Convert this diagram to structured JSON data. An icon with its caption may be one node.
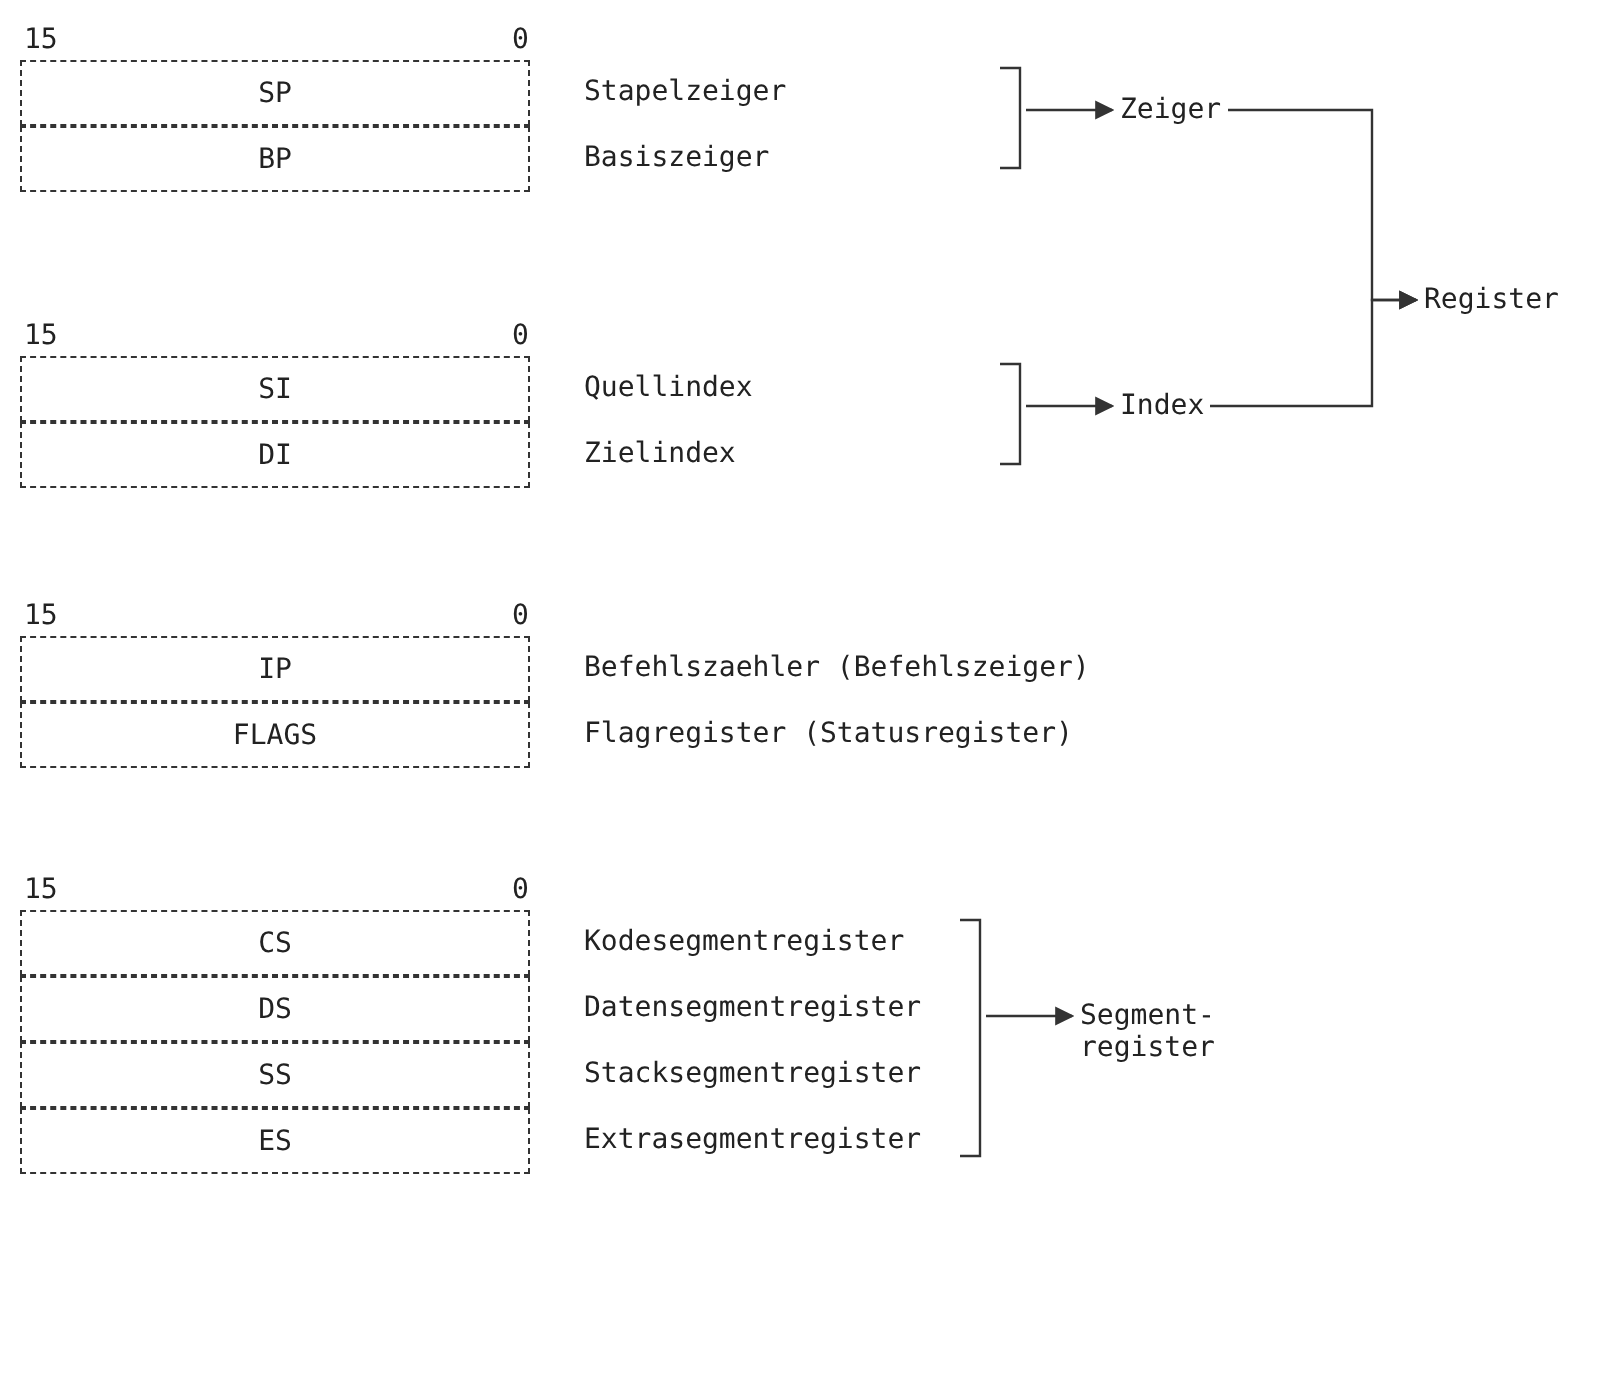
{
  "diagram": {
    "nodes": [
      {
        "text": [
          "SP"
        ],
        "beside": [
          "Stapelzeiger"
        ]
      },
      {
        "text": [
          "BP"
        ],
        "beside": [
          "Basiszeiger"
        ]
      },
      {
        "text": [
          "SI"
        ],
        "beside": [
          "Quellindex"
        ]
      },
      {
        "text": [
          "DI"
        ],
        "beside": [
          "Zielindex"
        ]
      },
      {
        "text": [
          "IP"
        ],
        "beside": [
          "Befehlszaehler (Befehlszeiger)"
        ]
      },
      {
        "text": [
          "FLAGS"
        ],
        "beside": [
          "Flagregister (Statusregister)"
        ]
      },
      {
        "text": [
          "CS"
        ],
        "beside": [
          "Kodesegmentregister"
        ]
      },
      {
        "text": [
          "DS"
        ],
        "beside": [
          "Datensegmentregister"
        ]
      },
      {
        "text": [
          "SS"
        ],
        "beside": [
          "Stacksegmentregister"
        ]
      },
      {
        "text": [
          "ES"
        ],
        "beside": [
          "Extrasegmentregister"
        ]
      },
      {
        "text": [
          "Zeiger"
        ]
      },
      {
        "text": [
          "Index"
        ]
      },
      {
        "text": [
          "Register"
        ]
      },
      {
        "text": [
          "Segment- register"
        ]
      }
    ],
    "edges": [
      {
        "from": null,
        "to": 10,
        "arrow": "to"
      },
      {
        "from": null,
        "to": 11,
        "arrow": "to"
      },
      {
        "from": 10,
        "to": 12,
        "arrow": "to"
      },
      {
        "from": 11,
        "to": 12,
        "arrow": "to"
      },
      {
        "from": null,
        "to": 13,
        "arrow": "to"
      }
    ],
    "labels": [
      "15",
      "0",
      "15",
      "0",
      "15",
      "0",
      "15",
      "0"
    ]
  }
}
